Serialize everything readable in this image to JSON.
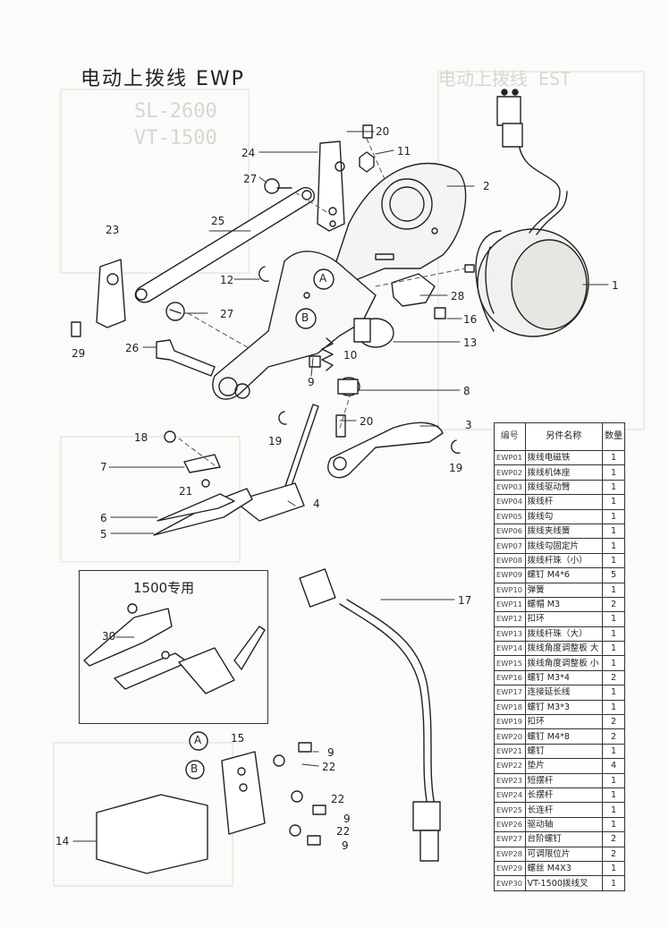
{
  "title": "电动上拨线 EWP",
  "ghost_texts": [
    "SL-2600",
    "VT-1500",
    "电动上拨线 EST"
  ],
  "inset_title": "1500专用",
  "circle_labels": [
    "A",
    "B"
  ],
  "callouts": {
    "c20a": "20",
    "c11": "11",
    "c24": "24",
    "c2": "2",
    "c27a": "27",
    "c25": "25",
    "c23": "23",
    "c1": "1",
    "c12": "12",
    "c28": "28",
    "c27b": "27",
    "c16": "16",
    "c29": "29",
    "c26": "26",
    "c13": "13",
    "c10": "10",
    "c9a": "9",
    "c8": "8",
    "c20b": "20",
    "c3": "3",
    "c19a": "19",
    "c19b": "19",
    "c18": "18",
    "c7": "7",
    "c21": "21",
    "c4": "4",
    "c6": "6",
    "c5": "5",
    "c17": "17",
    "c30": "30",
    "c15": "15",
    "c9b": "9",
    "c22a": "22",
    "c22b": "22",
    "c9c": "9",
    "c22c": "22",
    "c9d": "9",
    "c14": "14",
    "cA": "A",
    "cB": "B"
  },
  "table": {
    "headers": [
      "编号",
      "另件名称",
      "数量"
    ],
    "rows": [
      {
        "code": "EWP01",
        "name": "拨线电磁铁",
        "qty": "1"
      },
      {
        "code": "EWP02",
        "name": "拨线机体座",
        "qty": "1"
      },
      {
        "code": "EWP03",
        "name": "拨线驱动臂",
        "qty": "1"
      },
      {
        "code": "EWP04",
        "name": "拨线杆",
        "qty": "1"
      },
      {
        "code": "EWP05",
        "name": "拨线勾",
        "qty": "1"
      },
      {
        "code": "EWP06",
        "name": "拨线夹线簧",
        "qty": "1"
      },
      {
        "code": "EWP07",
        "name": "拨线勾固定片",
        "qty": "1"
      },
      {
        "code": "EWP08",
        "name": "拨线杆珠（小）",
        "qty": "1"
      },
      {
        "code": "EWP09",
        "name": "螺钉 M4*6",
        "qty": "5"
      },
      {
        "code": "EWP10",
        "name": "弹簧",
        "qty": "1"
      },
      {
        "code": "EWP11",
        "name": "螺帽 M3",
        "qty": "2"
      },
      {
        "code": "EWP12",
        "name": "扣环",
        "qty": "1"
      },
      {
        "code": "EWP13",
        "name": "拨线杆珠（大）",
        "qty": "1"
      },
      {
        "code": "EWP14",
        "name": "拨线角度调整板 大",
        "qty": "1"
      },
      {
        "code": "EWP15",
        "name": "拨线角度调整板 小",
        "qty": "1"
      },
      {
        "code": "EWP16",
        "name": "螺钉 M3*4",
        "qty": "2"
      },
      {
        "code": "EWP17",
        "name": "连接延长线",
        "qty": "1"
      },
      {
        "code": "EWP18",
        "name": "螺钉 M3*3",
        "qty": "1"
      },
      {
        "code": "EWP19",
        "name": "扣环",
        "qty": "2"
      },
      {
        "code": "EWP20",
        "name": "螺钉 M4*8",
        "qty": "2"
      },
      {
        "code": "EWP21",
        "name": "螺钉",
        "qty": "1"
      },
      {
        "code": "EWP22",
        "name": "垫片",
        "qty": "4"
      },
      {
        "code": "EWP23",
        "name": "短摆杆",
        "qty": "1"
      },
      {
        "code": "EWP24",
        "name": "长摆杆",
        "qty": "1"
      },
      {
        "code": "EWP25",
        "name": "长连杆",
        "qty": "1"
      },
      {
        "code": "EWP26",
        "name": "驱动轴",
        "qty": "1"
      },
      {
        "code": "EWP27",
        "name": "台阶螺钉",
        "qty": "2"
      },
      {
        "code": "EWP28",
        "name": "可调限位片",
        "qty": "2"
      },
      {
        "code": "EWP29",
        "name": "螺丝 M4X3",
        "qty": "1"
      },
      {
        "code": "EWP30",
        "name": "VT-1500拨线叉",
        "qty": "1"
      }
    ]
  }
}
